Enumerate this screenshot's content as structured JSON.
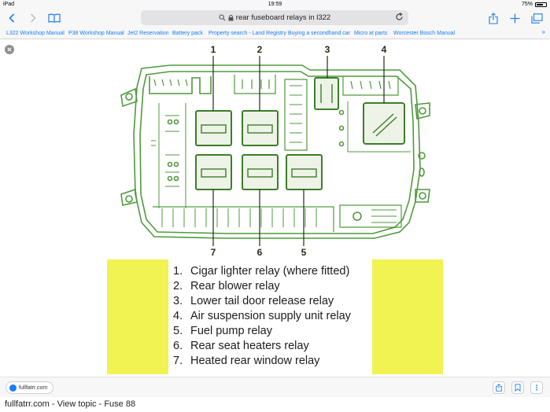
{
  "status_bar": {
    "device": "iPad",
    "time": "19:59",
    "battery": "75%",
    "battery_level": 0.75
  },
  "toolbar": {
    "address": "rear fuseboard relays in l322"
  },
  "bookmarks": [
    "L322 Workshop Manual",
    "P38 Workshop Manual",
    "Jet2 Reservation",
    "Battery pack",
    "Property search - Land Registry",
    "Buying a secondhand car",
    "Micro at parts",
    "Worcester Bosch Manual"
  ],
  "diagram": {
    "callouts": [
      "1",
      "2",
      "3",
      "4",
      "7",
      "6",
      "5"
    ],
    "line_color": "#4f9a3c"
  },
  "legend": {
    "items": [
      {
        "num": "1.",
        "text": "Cigar lighter relay (where fitted)"
      },
      {
        "num": "2.",
        "text": "Rear blower relay"
      },
      {
        "num": "3.",
        "text": "Lower tail door release relay"
      },
      {
        "num": "4.",
        "text": "Air suspension supply unit relay"
      },
      {
        "num": "5.",
        "text": "Fuel pump relay"
      },
      {
        "num": "6.",
        "text": "Rear seat heaters relay"
      },
      {
        "num": "7.",
        "text": "Heated rear window relay"
      }
    ],
    "highlight_color": "#f1f352"
  },
  "source": {
    "site": "fullfatrr.com"
  },
  "caption": "fullfatrr.com - View topic - Fuse 88",
  "colors": {
    "accent": "#1a7cf5"
  }
}
